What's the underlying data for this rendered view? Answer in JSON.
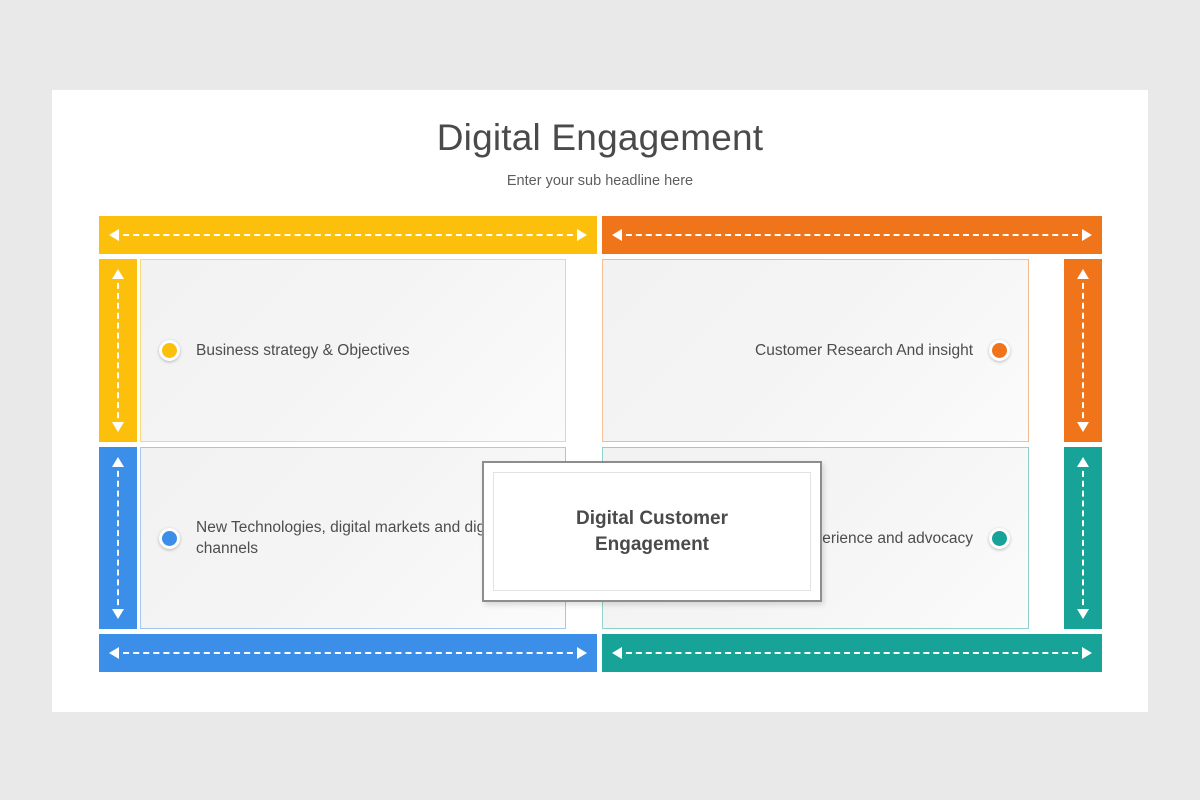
{
  "slide": {
    "title": "Digital Engagement",
    "subtitle": "Enter your sub headline here",
    "center": {
      "line1": "Digital Customer",
      "line2": "Engagement"
    }
  },
  "colors": {
    "yellow": "#fbbf0c",
    "orange": "#f0751a",
    "blue": "#3b8fe8",
    "teal": "#17a398",
    "title_text": "#4a4a4a",
    "body_text": "#4d4d4d",
    "panel_bg": "#f3f3f3",
    "slide_bg": "#ffffff",
    "page_bg": "#e9e9e9",
    "center_border": "#8d8d8d"
  },
  "quadrants": [
    {
      "id": "top-left",
      "label": "Business strategy & Objectives",
      "color": "#fbbf0c",
      "align": "left"
    },
    {
      "id": "top-right",
      "label": "Customer Research And insight",
      "color": "#f0751a",
      "align": "right"
    },
    {
      "id": "bottom-left",
      "label": "New Technologies, digital markets and digital channels",
      "color": "#3b8fe8",
      "align": "left"
    },
    {
      "id": "bottom-right",
      "label": "Customer experience and advocacy",
      "color": "#17a398",
      "align": "right"
    }
  ],
  "rails": {
    "top_left": {
      "direction": "double-horizontal",
      "color": "#fbbf0c"
    },
    "top_right": {
      "direction": "double-horizontal",
      "color": "#f0751a"
    },
    "bottom_left": {
      "direction": "double-horizontal",
      "color": "#3b8fe8"
    },
    "bottom_right": {
      "direction": "double-horizontal",
      "color": "#17a398"
    },
    "left_top": {
      "direction": "double-vertical",
      "color": "#fbbf0c"
    },
    "left_bottom": {
      "direction": "double-vertical",
      "color": "#3b8fe8"
    },
    "right_top": {
      "direction": "double-vertical",
      "color": "#f0751a"
    },
    "right_bottom": {
      "direction": "double-vertical",
      "color": "#17a398"
    }
  }
}
